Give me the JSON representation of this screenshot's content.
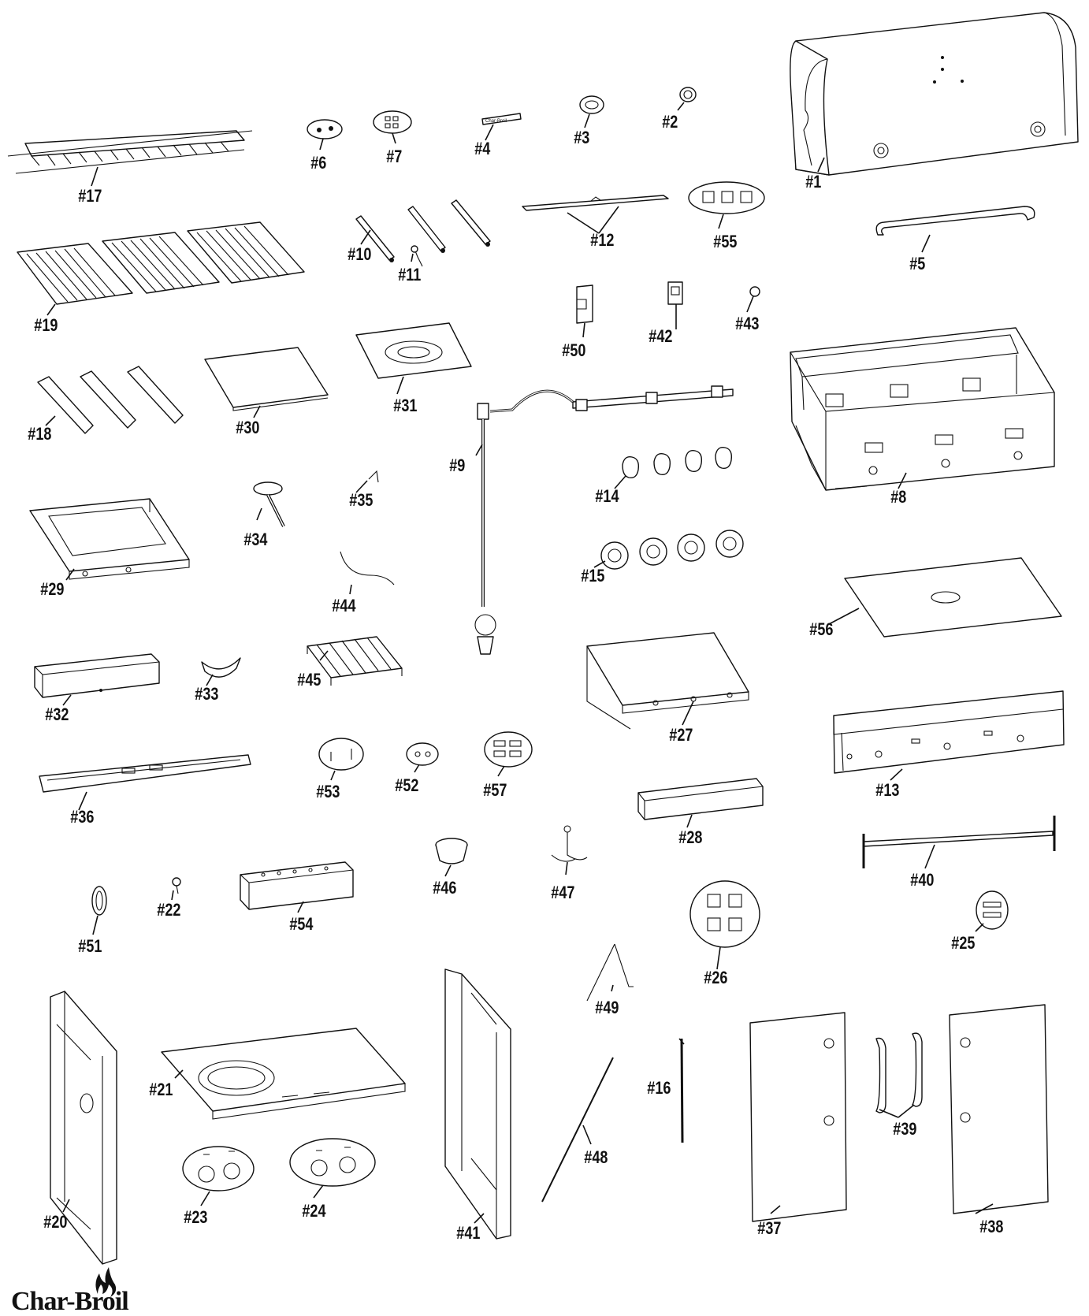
{
  "brand": {
    "logo_text": "Char-Broil"
  },
  "parts": [
    {
      "id": "p1",
      "label": "#1"
    },
    {
      "id": "p2",
      "label": "#2"
    },
    {
      "id": "p3",
      "label": "#3"
    },
    {
      "id": "p4",
      "label": "#4"
    },
    {
      "id": "p5",
      "label": "#5"
    },
    {
      "id": "p6",
      "label": "#6"
    },
    {
      "id": "p7",
      "label": "#7"
    },
    {
      "id": "p8",
      "label": "#8"
    },
    {
      "id": "p9",
      "label": "#9"
    },
    {
      "id": "p10",
      "label": "#10"
    },
    {
      "id": "p11",
      "label": "#11"
    },
    {
      "id": "p12",
      "label": "#12"
    },
    {
      "id": "p13",
      "label": "#13"
    },
    {
      "id": "p14",
      "label": "#14"
    },
    {
      "id": "p15",
      "label": "#15"
    },
    {
      "id": "p16",
      "label": "#16"
    },
    {
      "id": "p17",
      "label": "#17"
    },
    {
      "id": "p18",
      "label": "#18"
    },
    {
      "id": "p19",
      "label": "#19"
    },
    {
      "id": "p20",
      "label": "#20"
    },
    {
      "id": "p21",
      "label": "#21"
    },
    {
      "id": "p22",
      "label": "#22"
    },
    {
      "id": "p23",
      "label": "#23"
    },
    {
      "id": "p24",
      "label": "#24"
    },
    {
      "id": "p25",
      "label": "#25"
    },
    {
      "id": "p26",
      "label": "#26"
    },
    {
      "id": "p27",
      "label": "#27"
    },
    {
      "id": "p28",
      "label": "#28"
    },
    {
      "id": "p29",
      "label": "#29"
    },
    {
      "id": "p30",
      "label": "#30"
    },
    {
      "id": "p31",
      "label": "#31"
    },
    {
      "id": "p32",
      "label": "#32"
    },
    {
      "id": "p33",
      "label": "#33"
    },
    {
      "id": "p34",
      "label": "#34"
    },
    {
      "id": "p35",
      "label": "#35"
    },
    {
      "id": "p36",
      "label": "#36"
    },
    {
      "id": "p37",
      "label": "#37"
    },
    {
      "id": "p38",
      "label": "#38"
    },
    {
      "id": "p39",
      "label": "#39"
    },
    {
      "id": "p40",
      "label": "#40"
    },
    {
      "id": "p41",
      "label": "#41"
    },
    {
      "id": "p42",
      "label": "#42"
    },
    {
      "id": "p43",
      "label": "#43"
    },
    {
      "id": "p44",
      "label": "#44"
    },
    {
      "id": "p45",
      "label": "#45"
    },
    {
      "id": "p46",
      "label": "#46"
    },
    {
      "id": "p47",
      "label": "#47"
    },
    {
      "id": "p48",
      "label": "#48"
    },
    {
      "id": "p49",
      "label": "#49"
    },
    {
      "id": "p50",
      "label": "#50"
    },
    {
      "id": "p51",
      "label": "#51"
    },
    {
      "id": "p52",
      "label": "#52"
    },
    {
      "id": "p53",
      "label": "#53"
    },
    {
      "id": "p54",
      "label": "#54"
    },
    {
      "id": "p55",
      "label": "#55"
    },
    {
      "id": "p56",
      "label": "#56"
    },
    {
      "id": "p57",
      "label": "#57"
    }
  ]
}
